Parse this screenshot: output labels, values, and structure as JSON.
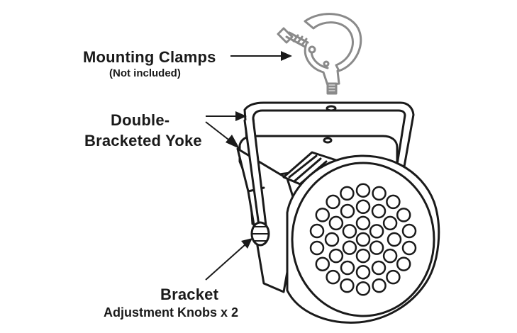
{
  "labels": {
    "mounting_clamps": "Mounting Clamps",
    "not_included": "(Not included)",
    "double": "Double-",
    "bracketed_yoke": "Bracketed Yoke",
    "bracket": "Bracket",
    "adjustment_knobs": "Adjustment Knobs x 2"
  },
  "colors": {
    "line": "#1a1a1a",
    "clamp": "#8a8a8a",
    "background": "#ffffff"
  },
  "led_count": 37
}
